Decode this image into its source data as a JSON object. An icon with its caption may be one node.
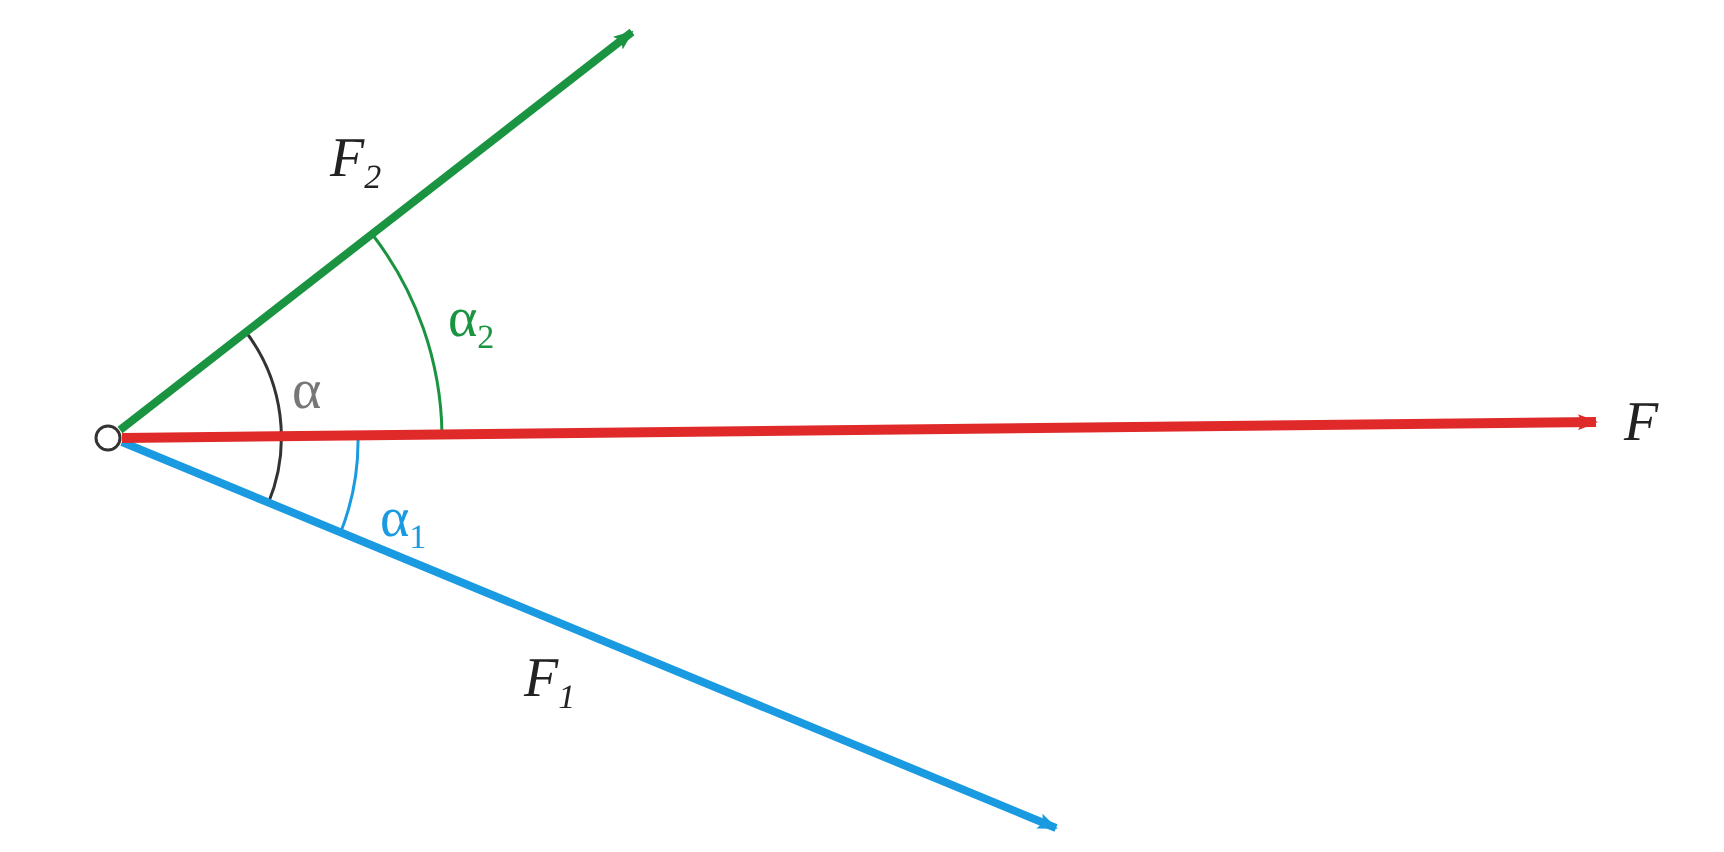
{
  "diagram": {
    "labels": [
      "F$_{2}$",
      "α$_{2}$",
      "α",
      "F",
      "α$_{1}$",
      "F$_{1}$"
    ]
  }
}
